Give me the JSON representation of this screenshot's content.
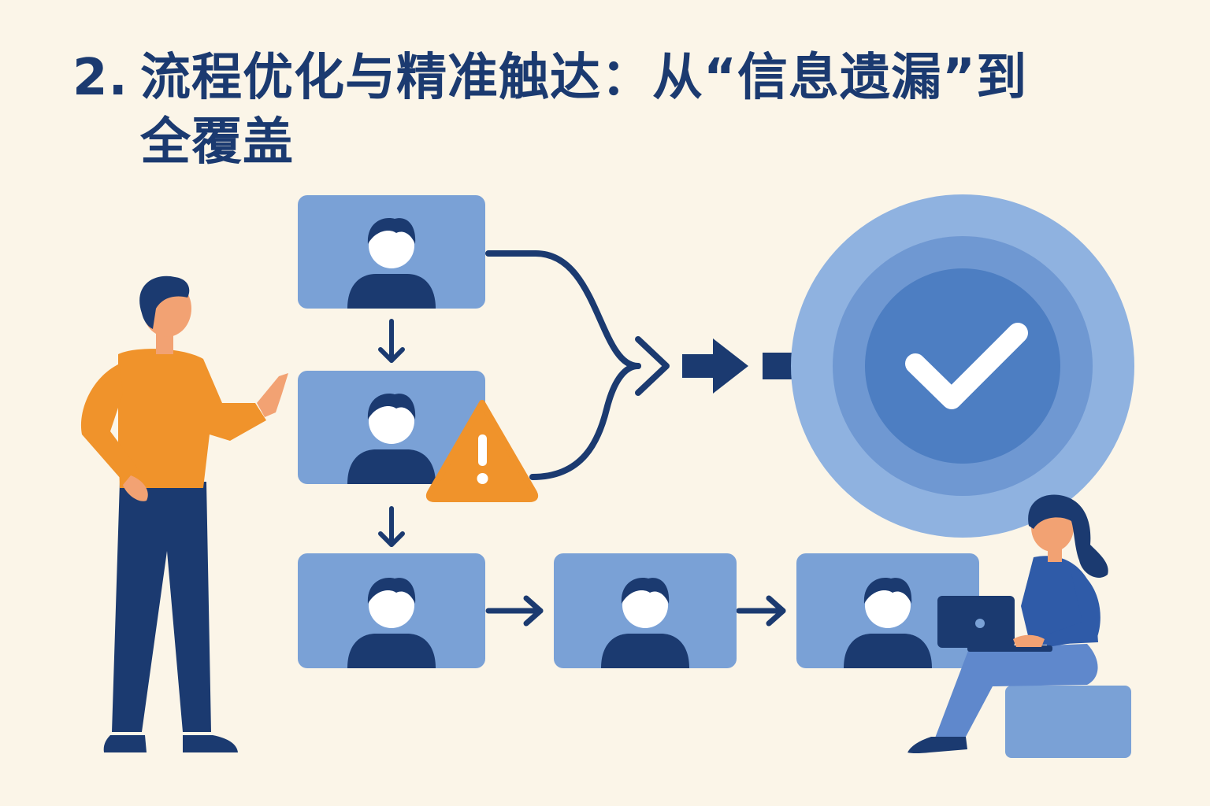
{
  "title": {
    "number": "2.",
    "line1": "流程优化与精准触达：从“信息遗漏”到",
    "line2": "全覆盖"
  },
  "colors": {
    "background": "#fbf5e8",
    "navy": "#1b3a70",
    "card": "#7aa1d6",
    "warning": "#f0932b",
    "ring_outer": "#8fb2e0",
    "ring_mid": "#6f98d2",
    "ring_inner": "#4d7ec2"
  },
  "icons": {
    "warning": "warning-triangle-icon",
    "success": "check-circle-icon",
    "person": "user-icon"
  }
}
